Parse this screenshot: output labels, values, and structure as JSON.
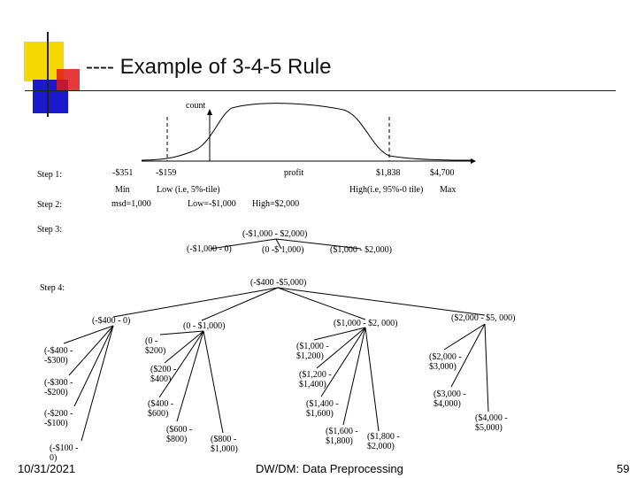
{
  "slide": {
    "title": "---- Example of 3-4-5 Rule",
    "date": "10/31/2021",
    "footer": "DW/DM: Data Preprocessing",
    "page": "59"
  },
  "histogram": {
    "count_label": "count",
    "axis_values": [
      "-$351",
      "-$159",
      "profit",
      "$1,838",
      "$4,700"
    ],
    "axis_names": [
      "Min",
      "Low (i.e, 5%-tile)",
      "High(i.e, 95%-0 tile)",
      "Max"
    ]
  },
  "steps": {
    "step1": "Step 1:",
    "step2": "Step 2:",
    "step3": "Step 3:",
    "step4": "Step 4:"
  },
  "step2": {
    "msd": "msd=1,000",
    "low": "Low=-$1,000",
    "high": "High=$2,000"
  },
  "step3": {
    "root": "(-$1,000 - $2,000)",
    "children": [
      "(-$1,000 - 0)",
      "(0 -$ 1,000)",
      "($1,000 - $2,000)"
    ]
  },
  "step4": {
    "root": "(-$400 -$5,000)",
    "groups": [
      {
        "label": "(-$400 - 0)",
        "children": [
          "(-$400 -\n-$300)",
          "(-$300 -\n-$200)",
          "(-$200 -\n-$100)",
          "(-$100 -\n0)"
        ]
      },
      {
        "label": "(0 - $1,000)",
        "children": [
          "(0 -\n$200)",
          "($200 -\n$400)",
          "($400 -\n$600)",
          "($600 -\n$800)",
          "($800 -\n$1,000)"
        ]
      },
      {
        "label": "($1,000 - $2, 000)",
        "children": [
          "($1,000 -\n$1,200)",
          "($1,200 -\n$1,400)",
          "($1,400 -\n$1,600)",
          "($1,600 -\n$1,800)",
          "($1,800 -\n$2,000)"
        ]
      },
      {
        "label": "($2,000 - $5, 000)",
        "children": [
          "($2,000 -\n$3,000)",
          "($3,000 -\n$4,000)",
          "($4,000 -\n$5,000)"
        ]
      }
    ]
  }
}
